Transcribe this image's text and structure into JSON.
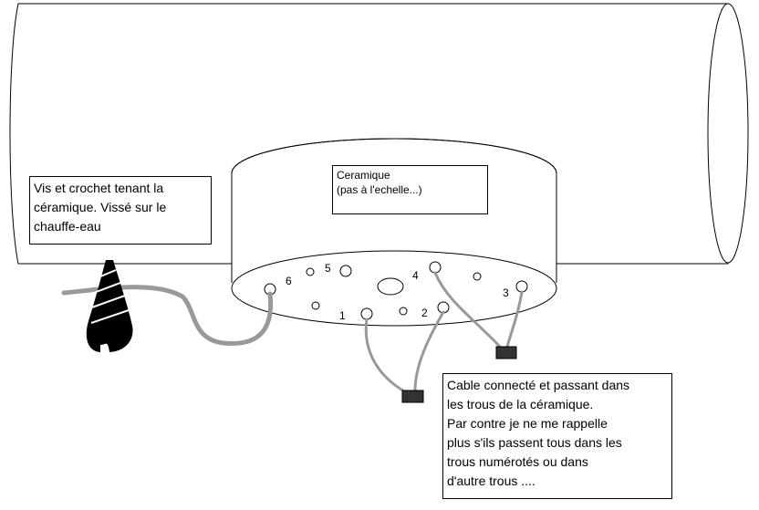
{
  "labels": {
    "ceramic_note": [
      "Ceramique",
      "(pas à l'echelle...)"
    ],
    "screw_note": [
      "Vis et crochet tenant la",
      "céramique. Vissé sur le",
      "chauffe-eau"
    ],
    "cable_note": [
      "Cable connecté et passant dans",
      "les trous de la céramique.",
      "Par contre je ne me rappelle",
      "plus s'ils passent tous dans les",
      "trous numérotés ou dans",
      "d'autre trous ...."
    ]
  },
  "hole_numbers": [
    "1",
    "2",
    "3",
    "4",
    "5",
    "6"
  ],
  "colors": {
    "cable": "#999999",
    "outline": "#000000",
    "connector": "#333333"
  }
}
